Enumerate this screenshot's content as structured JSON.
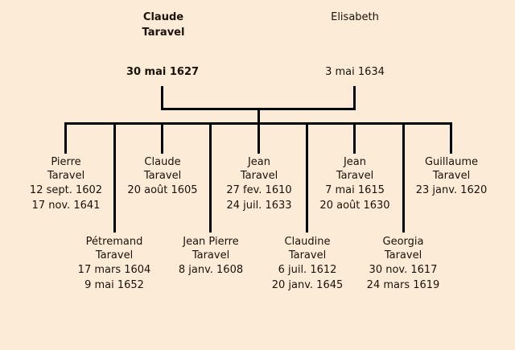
{
  "theme": {
    "background": "#fcebd7",
    "text_color": "#1a1208",
    "line_color": "#000000"
  },
  "couple": {
    "spouse1": {
      "given": "Claude",
      "surname": "Taravel",
      "bold": true,
      "date": "30 mai 1627"
    },
    "spouse2": {
      "given": "Elisabeth",
      "surname": "",
      "bold": false,
      "date": "3 mai 1634"
    }
  },
  "children_upper": [
    {
      "given": "Pierre",
      "surname": "Taravel",
      "date_birth": "12 sept. 1602",
      "date_death": "17 nov. 1641"
    },
    {
      "given": "Claude",
      "surname": "Taravel",
      "date_birth": "20 août 1605",
      "date_death": ""
    },
    {
      "given": "Jean",
      "surname": "Taravel",
      "date_birth": "27 fev. 1610",
      "date_death": "24 juil. 1633"
    },
    {
      "given": "Jean",
      "surname": "Taravel",
      "date_birth": "7 mai 1615",
      "date_death": "20 août 1630"
    },
    {
      "given": "Guillaume",
      "surname": "Taravel",
      "date_birth": "23 janv. 1620",
      "date_death": ""
    }
  ],
  "children_lower": [
    {
      "given": "Pétremand",
      "surname": "Taravel",
      "date_birth": "17 mars 1604",
      "date_death": "9 mai 1652"
    },
    {
      "given": "Jean Pierre",
      "surname": "Taravel",
      "date_birth": "8 janv. 1608",
      "date_death": ""
    },
    {
      "given": "Claudine",
      "surname": "Taravel",
      "date_birth": "6 juil. 1612",
      "date_death": "20 janv. 1645"
    },
    {
      "given": "Georgia",
      "surname": "Taravel",
      "date_birth": "30 nov. 1617",
      "date_death": "24 mars 1619"
    }
  ]
}
